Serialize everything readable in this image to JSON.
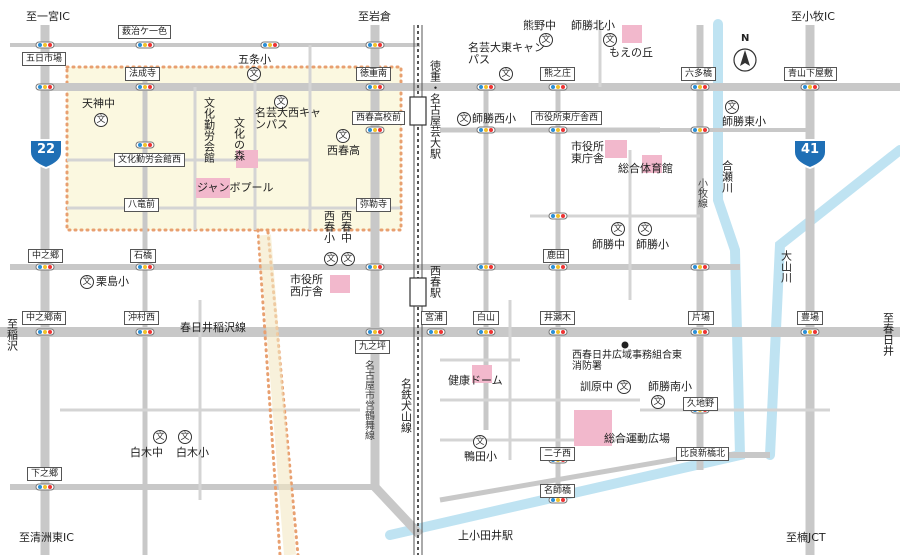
{
  "map": {
    "compass": "N",
    "directions": {
      "ichinomiya_ic": "至一宮IC",
      "iwakura": "至岩倉",
      "komaki_ic": "至小牧IC",
      "inazawa": "至稲沢",
      "kasugai": "至春日井",
      "kiyosu_higashi_ic": "至清洲東IC",
      "kachi_jct": "至楠JCT"
    },
    "route_badges": {
      "r22": "22",
      "r41": "41"
    },
    "intersections": {
      "ishiya_keiro": "薮治ケ一色",
      "itsukaichiba": "五日市場",
      "nishi_shou_daiko": "西春高校前",
      "houseiji": "法成寺",
      "tokushige_minami": "徳重南",
      "kumanosho": "熊之庄",
      "rokujo_bashi": "六多橋",
      "aoyama_shimoyashiki": "青山下屋敷",
      "bunka_kinro_kaikan_nishi": "文化勤労会館西",
      "shiyakusho_higashi_chousha_nishi": "市役所東庁舎西",
      "hachiryumae": "八竜前",
      "mirokuji": "弥勒寺",
      "nakanogo": "中之郷",
      "ishibashi": "石橋",
      "ikegoita": "鹿田",
      "nakanogo_minami": "中之郷南",
      "okimura_nishi": "沖村西",
      "miyaura": "宮浦",
      "shirayama": "白山",
      "inosegi": "井瀬木",
      "kataba": "片場",
      "toyoba": "豊場",
      "kunotsubo": "九之坪",
      "kujino": "久地野",
      "hirayoshi_shinbashi_kita": "比良新橋北",
      "nishiko": "二子西",
      "shimonogo": "下之郷",
      "meishibashi": "名師橋"
    },
    "places": {
      "tenjin_jhs": "天神中",
      "bunka_kinro_kaikan": "文化勤労会館",
      "bunka_no_mori": "文化の森",
      "gojo_es": "五条小",
      "meigeidai_nishi": "名芸大西キャンパス",
      "nishiharu_hs": "西春高",
      "jumbo_pool": "ジャンボプール",
      "nishiharu_es": "西春小",
      "nishiharu_jhs": "西春中",
      "kurishima_es": "栗島小",
      "shiyakusho_nishi": "市役所西庁舎",
      "meigeidai_higashi": "名芸大東キャンパス",
      "kumanojhs": "熊野中",
      "shikatsu_kita_es": "師勝北小",
      "moe_no_oka": "もえの丘",
      "shikatsu_nishi_es": "師勝西小",
      "shikatsu_higashi_es": "師勝東小",
      "shiyakusho_higashi": "市役所東庁舎",
      "sogo_taiikukan": "総合体育館",
      "shikatsu_jhs": "師勝中",
      "shikatsu_es": "師勝小",
      "fire_station": "西春日井広域事務組合東消防署",
      "kunbara_jhs": "訓原中",
      "shikatsu_minami_es": "師勝南小",
      "kenko_dome": "健康ドーム",
      "sogo_undo_hiroba": "総合運動広場",
      "shiroki_jhs": "白木中",
      "shiroki_es": "白木小",
      "kamota_es": "鴨田小"
    },
    "rail": {
      "meitetsu_inuyama_label": "徳重・名古屋芸大駅",
      "nishiharu_station": "西春駅",
      "kami_otai_station": "上小田井駅",
      "meitetsu_inuyama_line": "名鉄犬山線",
      "nagoya_tsurumai_line": "名古屋市営鶴舞線",
      "komaki_line": "小牧線",
      "kasugai_inazawa_line": "春日井稲沢線"
    },
    "rivers": {
      "aisegawa": "合瀬川",
      "okkawa": "大山川"
    },
    "colors": {
      "road": "#c8c8c8",
      "park_area": "#fbf8e0",
      "park_border": "#e8a070",
      "river": "#bfe3f2",
      "facility": "#f2b8cc",
      "route_badge": "#1f6fb5"
    }
  }
}
